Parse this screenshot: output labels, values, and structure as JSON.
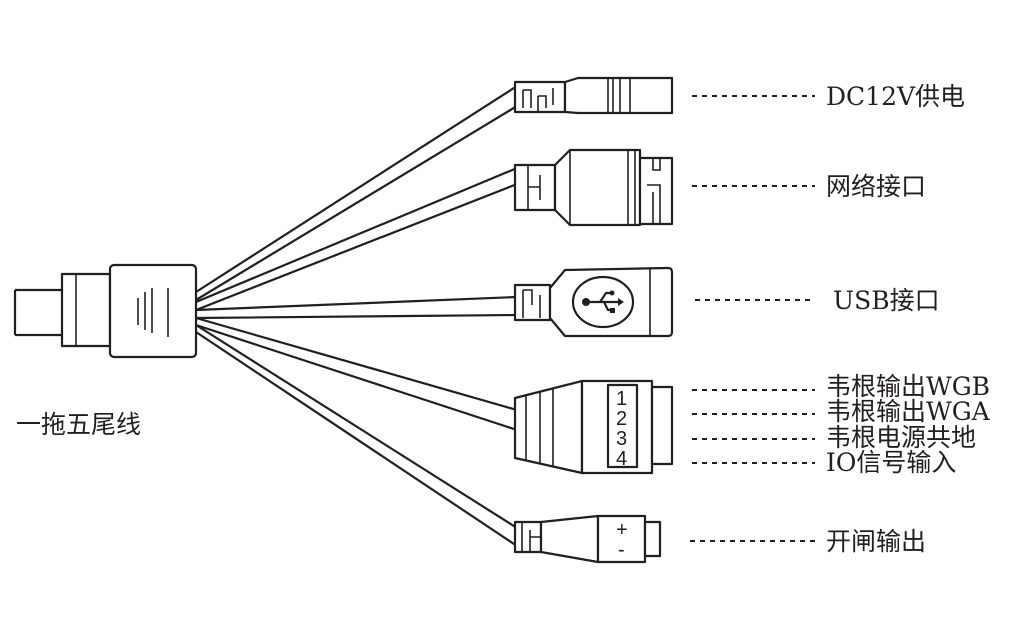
{
  "title": "一拖五尾线",
  "connectors": [
    {
      "label": "DC12V供电",
      "icon": "dc-power-jack"
    },
    {
      "label": "网络接口",
      "icon": "rj45-connector"
    },
    {
      "label": "USB接口",
      "icon": "usb-connector"
    },
    {
      "label": "韦根输出WGB",
      "icon": "terminal-block"
    },
    {
      "label": "韦根输出WGA",
      "icon": "terminal-block"
    },
    {
      "label": "韦根电源共地",
      "icon": "terminal-block"
    },
    {
      "label": "IO信号输入",
      "icon": "terminal-block"
    },
    {
      "label": "开闸输出",
      "icon": "two-pin-connector"
    }
  ],
  "terminal_pins": [
    "1",
    "2",
    "3",
    "4"
  ],
  "gate_pins": [
    "+",
    "-"
  ]
}
